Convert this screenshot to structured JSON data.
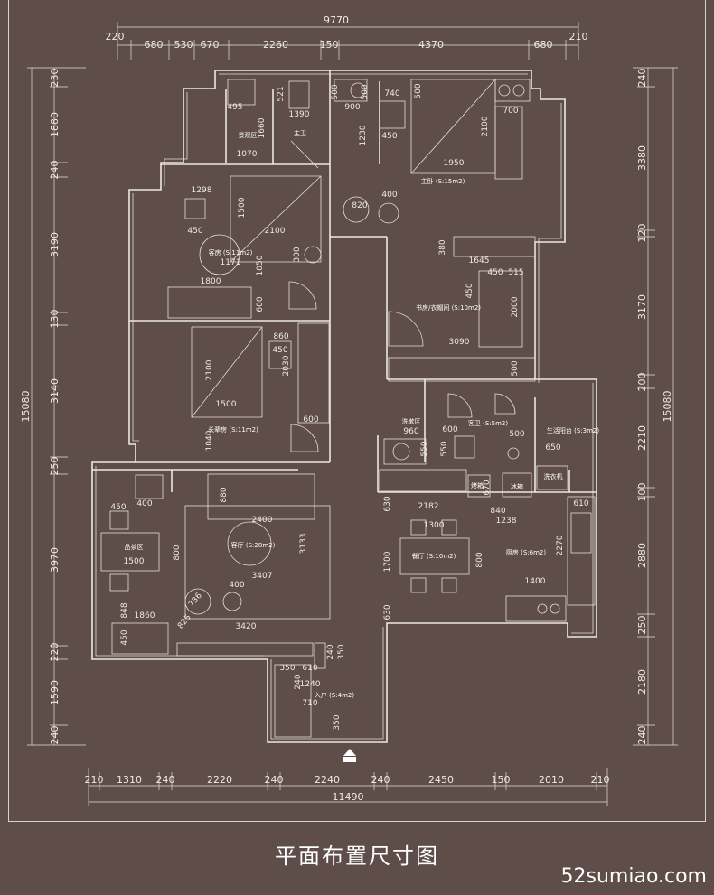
{
  "title": "平面布置尺寸图",
  "watermark": "52sumiao.com",
  "top_total": "9770",
  "top_segments": [
    "220",
    "680",
    "530",
    "670",
    "2260",
    "150",
    "4370",
    "680",
    "210"
  ],
  "bottom_total": "11490",
  "bottom_segments": [
    "210",
    "1310",
    "240",
    "2220",
    "240",
    "2240",
    "240",
    "2450",
    "150",
    "2010",
    "210"
  ],
  "left_total": "15080",
  "left_segments": [
    "230",
    "1880",
    "240",
    "3190",
    "130",
    "3140",
    "250",
    "3970",
    "220",
    "1590",
    "240"
  ],
  "right_total": "15080",
  "right_segments": [
    "240",
    "3380",
    "120",
    "3170",
    "200",
    "2210",
    "100",
    "2880",
    "250",
    "2180",
    "240"
  ],
  "rooms": {
    "laundry_bal": "景观区",
    "master_bath": "主卫",
    "master_bed": "主卧 (S:15m2)",
    "guest_room": "客房 (S:11m2)",
    "study": "书房/衣帽间 (S:10m2)",
    "elder_room": "长辈房 (S:11m2)",
    "wash_zone": "洗漱区",
    "guest_bath": "客卫 (S:5m2)",
    "service_bal": "生活阳台 (S:3m2)",
    "washer": "洗衣机",
    "oven": "烤箱",
    "fridge": "冰箱",
    "tea_zone": "品茶区",
    "living": "客厅 (S:28m2)",
    "dining": "餐厅 (S:10m2)",
    "kitchen": "厨房 (S:6m2)",
    "entry": "入户 (S:4m2)"
  },
  "inner_dims": {
    "d495": "495",
    "d1660": "1660",
    "d521": "521",
    "d1390": "1390",
    "d1070": "1070",
    "d500a": "500",
    "d900": "900",
    "d500b": "500",
    "d740": "740",
    "d500c": "500",
    "d1230": "1230",
    "d450a": "450",
    "d2100a": "2100",
    "d700": "700",
    "d1950": "1950",
    "d1298": "1298",
    "d1500a": "1500",
    "d450b": "450",
    "d2100b": "2100",
    "d1171": "1171",
    "d1050": "1050",
    "d820": "820",
    "d400a": "400",
    "d300": "300",
    "d1800": "1800",
    "d600a": "600",
    "d380": "380",
    "d1645": "1645",
    "d450c": "450",
    "d515": "515",
    "d450d": "450",
    "d2000": "2000",
    "d3090": "3090",
    "d500d": "500",
    "d860": "860",
    "d450e": "450",
    "d2030": "2030",
    "d2100c": "2100",
    "d1500b": "1500",
    "d1040": "1040",
    "d600b": "600",
    "d960": "960",
    "d550": "550",
    "d600c": "600",
    "d500e": "500",
    "d650": "650",
    "d670": "670",
    "d840": "840",
    "d1238": "1238",
    "d2182": "2182",
    "d630a": "630",
    "d610": "610",
    "d880": "880",
    "d400b": "400",
    "d450f": "450",
    "d2400": "2400",
    "d1300": "1300",
    "d1700": "1700",
    "d800a": "800",
    "d2270": "2270",
    "d1500c": "1500",
    "d3133": "3133",
    "d800b": "800",
    "d3407": "3407",
    "d1400": "1400",
    "d400c": "400",
    "d630b": "630",
    "d848": "848",
    "d1860": "1860",
    "d736": "736",
    "d825": "825",
    "d3420": "3420",
    "d450g": "450",
    "d240a": "240",
    "d350": "350",
    "d610b": "610",
    "d240b": "240",
    "d1240": "1240",
    "d710": "710",
    "d350b": "350"
  }
}
